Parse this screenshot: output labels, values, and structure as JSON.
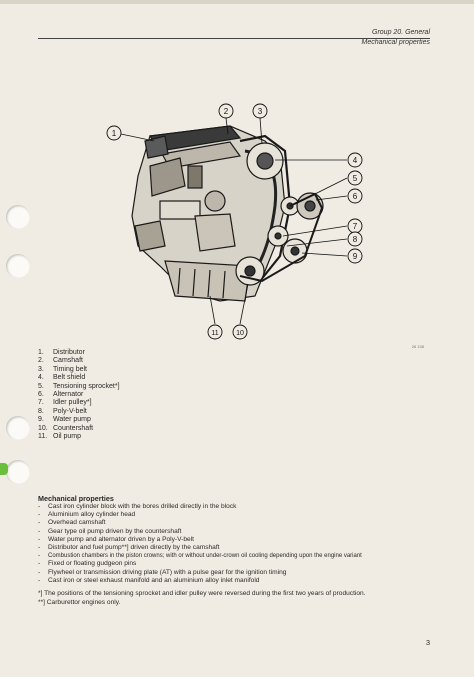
{
  "header": {
    "group": "Group 20. General",
    "section": "Mechanical properties"
  },
  "figure": {
    "ref_code": "26 138",
    "callouts": [
      "1",
      "2",
      "3",
      "4",
      "5",
      "6",
      "7",
      "8",
      "9",
      "10",
      "11"
    ]
  },
  "legend": [
    {
      "num": "1.",
      "text": "Distributor"
    },
    {
      "num": "2.",
      "text": "Camshaft"
    },
    {
      "num": "3.",
      "text": "Timing belt"
    },
    {
      "num": "4.",
      "text": "Belt shield"
    },
    {
      "num": "5.",
      "text": "Tensioning sprocket*]"
    },
    {
      "num": "6.",
      "text": "Alternator"
    },
    {
      "num": "7.",
      "text": "Idler pulley*]"
    },
    {
      "num": "8.",
      "text": "Poly-V-belt"
    },
    {
      "num": "9.",
      "text": "Water pump"
    },
    {
      "num": "10.",
      "text": "Countershaft"
    },
    {
      "num": "11.",
      "text": "Oil pump"
    }
  ],
  "mechanical": {
    "title": "Mechanical properties",
    "items": [
      "Cast iron cylinder block with the bores drilled directly in the block",
      "Aluminium alloy cylinder head",
      "Overhead camshaft",
      "Gear type oil pump driven by the countershaft",
      "Water pump and alternator driven by a Poly-V-belt",
      "Distributor and fuel pump**] driven directly by the camshaft",
      "Combustion chambers in the piston crowns; with or without under-crown oil cooling depending upon the engine variant",
      "Fixed or floating gudgeon pins",
      "Flywheel or transmission driving plate (AT) with a pulse gear for the ignition timing",
      "Cast iron or steel exhaust manifold and an aluminium alloy inlet manifold"
    ]
  },
  "footnotes": [
    "*] The positions of the tensioning sprocket and idler pulley were reversed during the first two years of production.",
    "**] Carburettor engines only."
  ],
  "page_number": "3"
}
